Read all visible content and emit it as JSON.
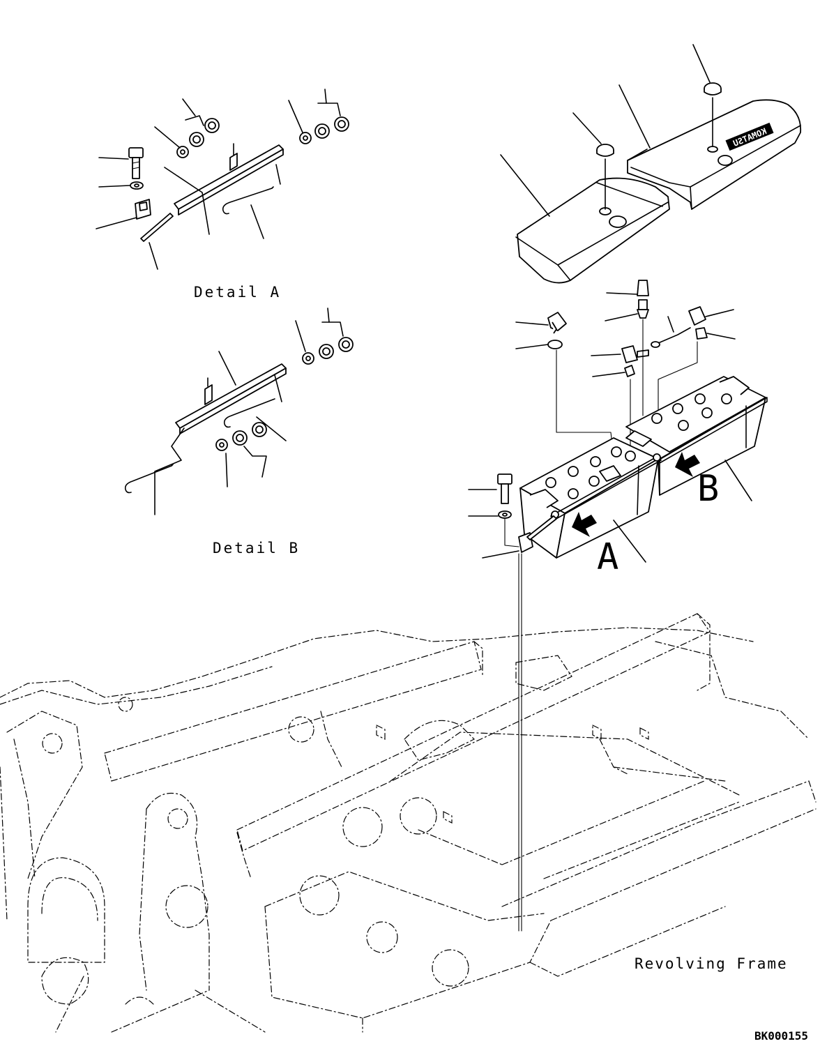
{
  "labels": {
    "detail_a": "Detail A",
    "detail_b": "Detail B",
    "view_a": "A",
    "view_b": "B",
    "revolving_frame": "Revolving Frame",
    "drawing_id": "BK000155",
    "cover_logo": "KOMATSU"
  }
}
